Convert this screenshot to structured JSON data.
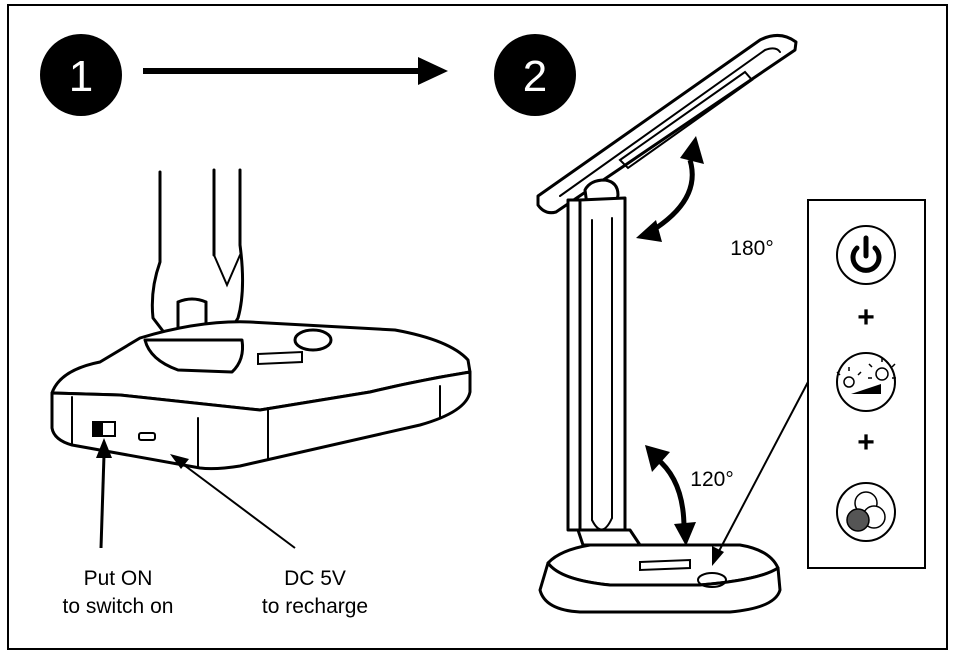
{
  "steps": [
    {
      "number": "1"
    },
    {
      "number": "2"
    }
  ],
  "labels": {
    "switch_line1": "Put ON",
    "switch_line2": "to switch on",
    "dc_line1": "DC 5V",
    "dc_line2": "to recharge",
    "angle_head": "180°",
    "angle_base": "120°"
  },
  "control_panel": {
    "plus_1": "+",
    "plus_2": "+",
    "icons": [
      "power-icon",
      "brightness-icon",
      "color-temperature-icon"
    ]
  },
  "colors": {
    "ink": "#000000",
    "paper": "#ffffff",
    "grey_fill": "#555555"
  }
}
